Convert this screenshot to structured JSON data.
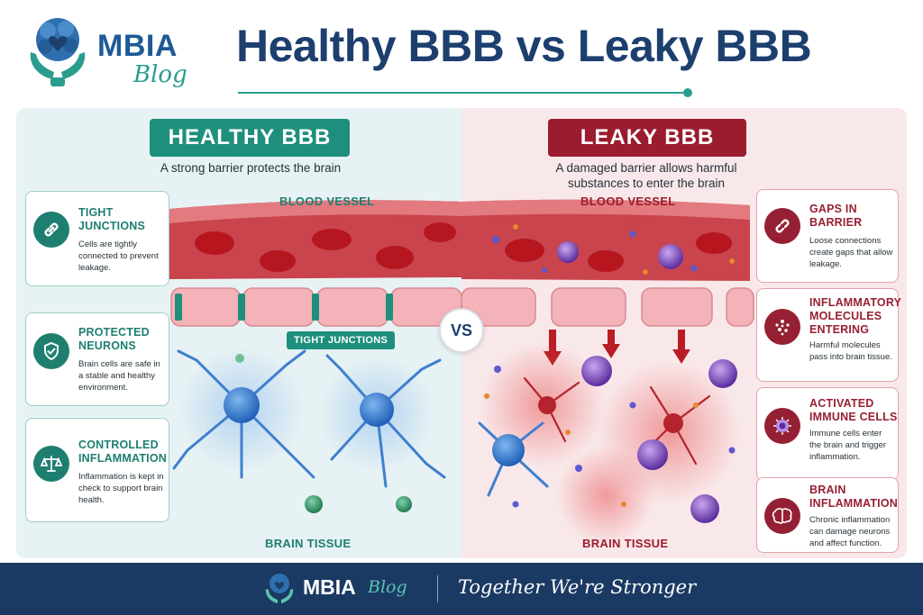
{
  "brand": {
    "name": "MBIA",
    "sub": "Blog",
    "colors": {
      "navy": "#1c3f6e",
      "teal": "#1e8f7c",
      "crimson": "#9b1c2e"
    }
  },
  "title": "Healthy BBB vs Leaky BBB",
  "healthy": {
    "badge": "HEALTHY BBB",
    "subtitle": "A strong barrier protects the brain",
    "vessel_label": "BLOOD VESSEL",
    "junction_label": "TIGHT JUNCTIONS",
    "tissue_label": "BRAIN TISSUE",
    "cards": [
      {
        "icon": "chain-link-icon",
        "title": "TIGHT JUNCTIONS",
        "body": "Cells are tightly connected to prevent leakage."
      },
      {
        "icon": "shield-check-icon",
        "title": "PROTECTED NEURONS",
        "body": "Brain cells are safe in a stable and healthy environment."
      },
      {
        "icon": "balance-scale-icon",
        "title": "CONTROLLED INFLAMMATION",
        "body": "Inflammation is kept in check to support brain health."
      }
    ]
  },
  "vs_label": "VS",
  "leaky": {
    "badge": "LEAKY BBB",
    "subtitle": "A damaged barrier allows harmful substances to enter the brain",
    "vessel_label": "BLOOD VESSEL",
    "tissue_label": "BRAIN TISSUE",
    "cards": [
      {
        "icon": "broken-link-icon",
        "title": "GAPS IN BARRIER",
        "body": "Loose connections create gaps that allow leakage."
      },
      {
        "icon": "molecules-icon",
        "title": "INFLAMMATORY MOLECULES ENTERING",
        "body": "Harmful molecules pass into brain tissue."
      },
      {
        "icon": "immune-cell-icon",
        "title": "ACTIVATED IMMUNE CELLS",
        "body": "Immune cells enter the brain and trigger inflammation."
      },
      {
        "icon": "brain-icon",
        "title": "BRAIN INFLAMMATION",
        "body": "Chronic inflammation can damage neurons and affect function."
      }
    ]
  },
  "footer": {
    "brand": "MBIA",
    "sub": "Blog",
    "tagline": "Together We're Stronger"
  }
}
